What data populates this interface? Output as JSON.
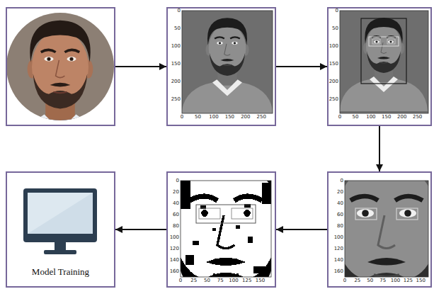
{
  "diagram": {
    "nodes": [
      {
        "text": []
      },
      {
        "text": [
          "0",
          "50",
          "100",
          "150",
          "200",
          "250",
          "0",
          "50",
          "100",
          "150",
          "200",
          "250"
        ]
      },
      {
        "text": [
          "0",
          "50",
          "100",
          "150",
          "200",
          "250",
          "0",
          "50",
          "100",
          "150",
          "200",
          "250"
        ]
      },
      {
        "text": [
          "0",
          "20",
          "40",
          "60",
          "80",
          "100",
          "120",
          "140",
          "160",
          "0",
          "25",
          "50",
          "75",
          "100",
          "125",
          "150"
        ]
      },
      {
        "text": [
          "0",
          "20",
          "40",
          "60",
          "80",
          "100",
          "120",
          "140",
          "160",
          "0",
          "25",
          "50",
          "75",
          "100",
          "125",
          "150"
        ]
      },
      {
        "text": [
          "Model Training"
        ]
      }
    ],
    "edges": [
      {
        "from": 0,
        "to": 1,
        "arrow": "to"
      },
      {
        "from": 1,
        "to": 2,
        "arrow": "to"
      },
      {
        "from": 2,
        "to": 3,
        "arrow": "to"
      },
      {
        "from": 3,
        "to": 4,
        "arrow": "to"
      },
      {
        "from": 4,
        "to": 5,
        "arrow": "to"
      }
    ]
  }
}
